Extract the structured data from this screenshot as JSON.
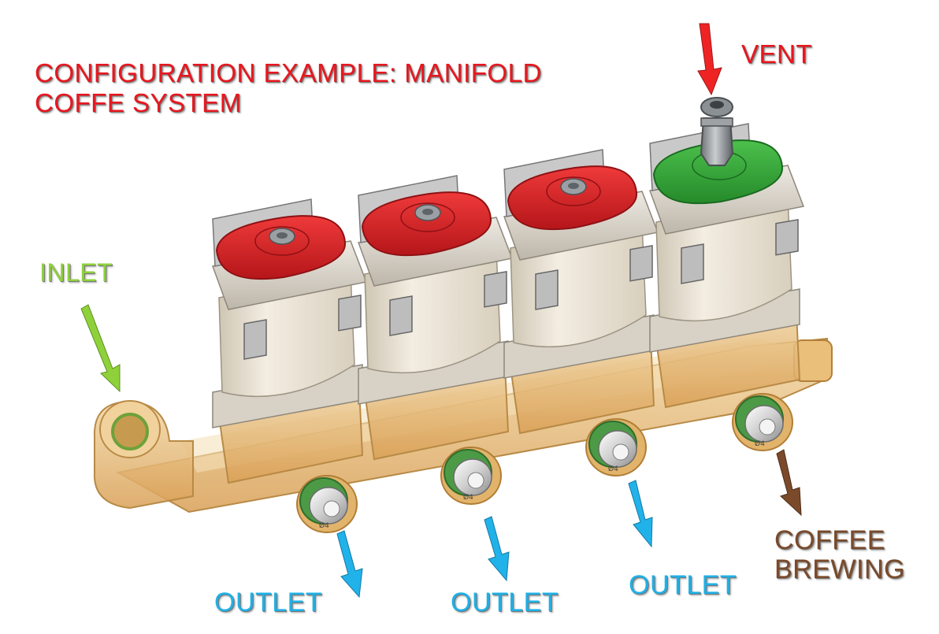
{
  "title_lines": [
    "CONFIGURATION EXAMPLE: MANIFOLD",
    "COFFE SYSTEM"
  ],
  "labels": {
    "vent": "VENT",
    "inlet": "INLET",
    "outlets": [
      "OUTLET",
      "OUTLET",
      "OUTLET"
    ],
    "coffee_lines": [
      "COFFEE",
      "BREWING"
    ]
  },
  "port_markings": [
    "Ø4",
    "Ø4",
    "Ø4",
    "Ø4"
  ],
  "colors": {
    "title": "#e8171f",
    "vent": "#e8171f",
    "inlet": "#8fd13a",
    "outlet": "#1fb0e6",
    "coffee": "#7a4a2a",
    "valve_cap_red": "#d21f23",
    "valve_cap_green": "#3aa83a",
    "coil_body": "#ece4d4",
    "manifold_body": "#e8b871"
  }
}
